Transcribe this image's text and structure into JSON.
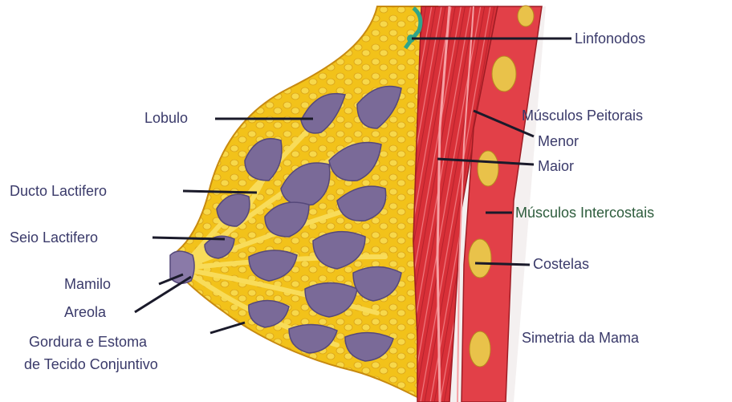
{
  "labels": {
    "linfonodos": "Linfonodos",
    "lobulo": "Lobulo",
    "musculos_peitorais": "Músculos Peitorais",
    "menor": "Menor",
    "maior": "Maior",
    "ducto_lactifero": "Ducto Lactifero",
    "musculos_intercostais": "Músculos Intercostais",
    "seio_lactifero": "Seio Lactifero",
    "costelas": "Costelas",
    "mamilo": "Mamilo",
    "areola": "Areola",
    "gordura_line1": "Gordura e Estoma",
    "gordura_line2": "de Tecido Conjuntivo",
    "simetria": "Simetria da Mama"
  },
  "colors": {
    "fat": "#f2c21a",
    "fat_light": "#f8dc5a",
    "fat_outline": "#c88a10",
    "lobule": "#7a6a98",
    "lobule_dark": "#55487a",
    "muscle": "#d8303a",
    "muscle_light": "#f07a80",
    "rib": "#e9c24a",
    "lymph": "#2fa58a",
    "leader": "#1a1a2a",
    "text": "#3a3a6a",
    "text_green": "#2d5c3c"
  }
}
